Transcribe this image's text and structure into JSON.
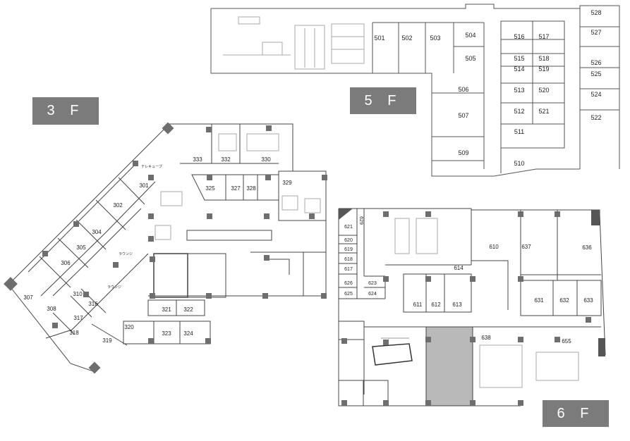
{
  "labels": {
    "f3": "3 F",
    "f5": "5 F",
    "f6": "6 F"
  },
  "colors": {
    "wall": "#333333",
    "light": "#9a9a9a",
    "pillar": "#6e6e6e",
    "tag": "#7b7b7b",
    "core": "#b9b9b9"
  },
  "floor3": {
    "rooms": [
      "301",
      "302",
      "304",
      "305",
      "306",
      "307",
      "308",
      "310",
      "316",
      "317",
      "318",
      "319",
      "320",
      "321",
      "322",
      "323",
      "324",
      "325",
      "327",
      "328",
      "329",
      "330",
      "332",
      "333"
    ],
    "notes": [
      "テレキューブ",
      "ラウンジ",
      "ラウンジ"
    ]
  },
  "floor5": {
    "rooms": [
      "501",
      "502",
      "503",
      "504",
      "505",
      "506",
      "507",
      "509",
      "510",
      "511",
      "512",
      "513",
      "514",
      "515",
      "516",
      "517",
      "518",
      "519",
      "520",
      "521",
      "522",
      "524",
      "525",
      "526",
      "527",
      "528"
    ]
  },
  "floor6": {
    "rooms": [
      "610",
      "611",
      "612",
      "613",
      "614",
      "617",
      "618",
      "619",
      "620",
      "621",
      "623",
      "624",
      "625",
      "626",
      "629",
      "631",
      "632",
      "633",
      "636",
      "637",
      "638",
      "655"
    ]
  }
}
